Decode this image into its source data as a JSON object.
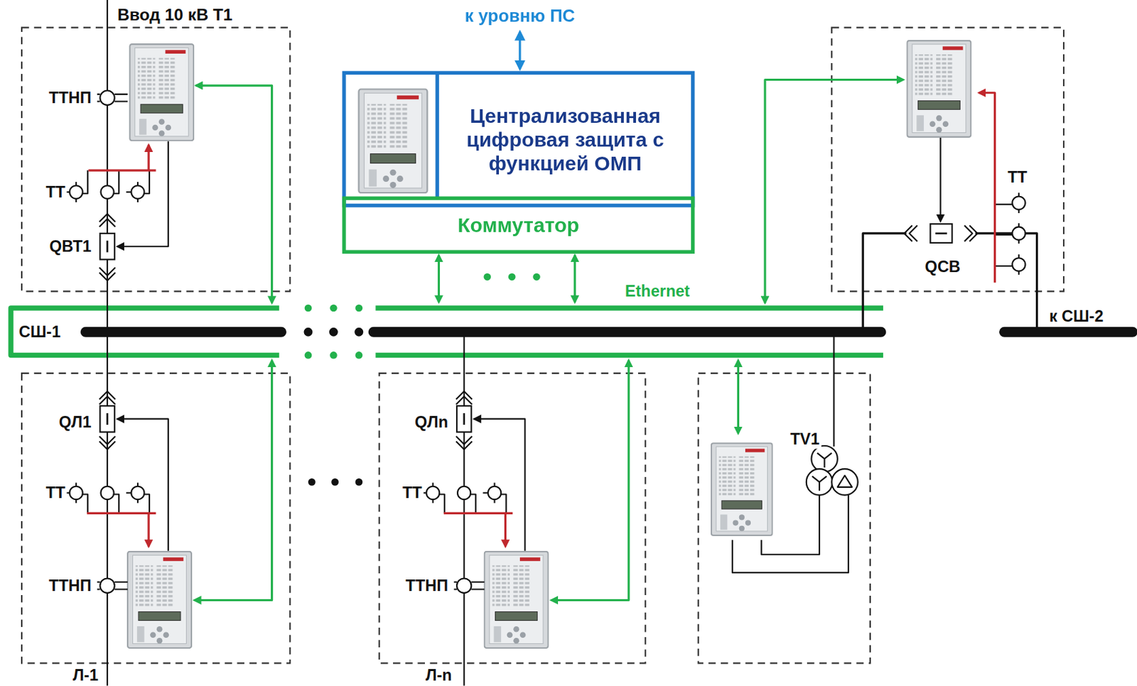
{
  "diagram": {
    "nodes": [
      {
        "text": [
          "Централизованная цифровая защита с функцией ОМП"
        ]
      },
      {
        "text": [
          "Коммутатор"
        ]
      },
      {
        "text": [
          "Ethernet"
        ]
      }
    ],
    "edges": [
      {
        "from": 1,
        "to": 2,
        "arrow": "both"
      },
      {
        "from": 1,
        "to": 2,
        "arrow": "both"
      }
    ],
    "labels": [
      "к уровню ПС",
      "Ввод 10 кВ Т1",
      "ТТНП",
      "ТТ",
      "QВТ1",
      "СШ-1",
      "ТТ",
      "QСВ",
      "к СШ-2",
      "QЛ1",
      "ТТ",
      "ТТНП",
      "Л-1",
      "QЛn",
      "ТТ",
      "ТТНП",
      "Л-n",
      "TV1"
    ]
  }
}
